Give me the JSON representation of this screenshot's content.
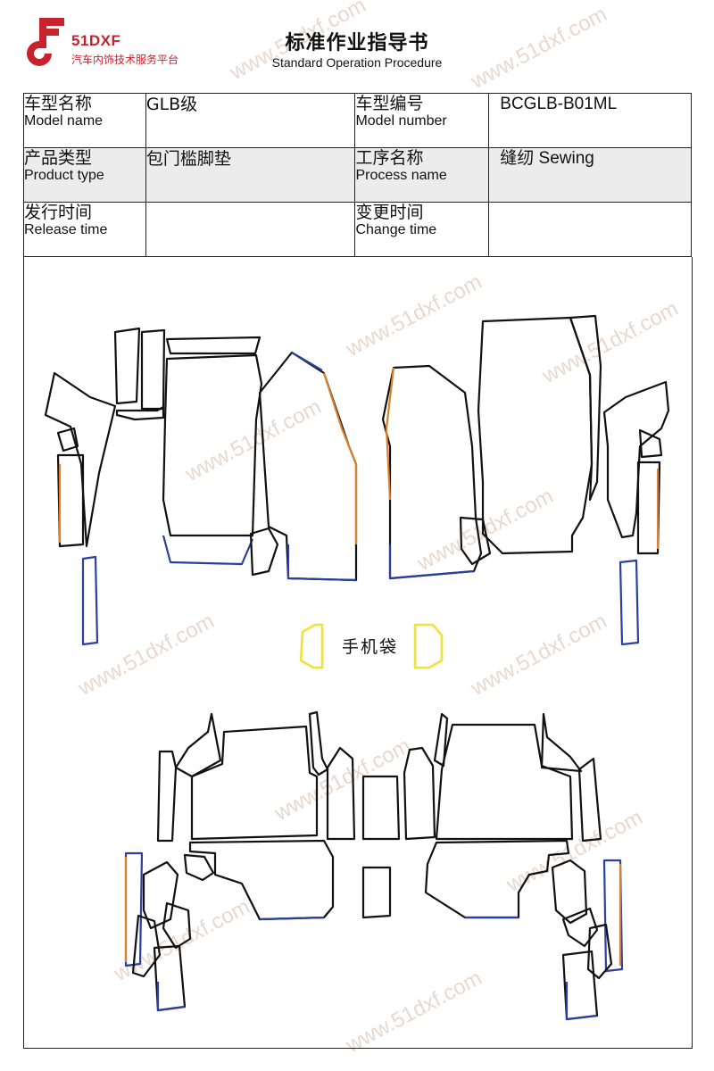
{
  "header": {
    "brand": "51DXF",
    "brand_sub": "汽车内饰技术服务平台",
    "title_cn": "标准作业指导书",
    "title_en": "Standard Operation Procedure"
  },
  "info_table": {
    "model_name": {
      "label_cn": "车型名称",
      "label_en": "Model name",
      "value": "GLB级"
    },
    "model_number": {
      "label_cn": "车型编号",
      "label_en": "Model number",
      "value": "BCGLB-B01ML"
    },
    "product_type": {
      "label_cn": "产品类型",
      "label_en": "Product type",
      "value": "包门槛脚垫"
    },
    "process_name": {
      "label_cn": "工序名称",
      "label_en": "Process name",
      "value": "缝纫 Sewing"
    },
    "release_time": {
      "label_cn": "发行时间",
      "label_en": "Release time",
      "value": ""
    },
    "change_time": {
      "label_cn": "变更时间",
      "label_en": "Change time",
      "value": ""
    }
  },
  "drawing": {
    "pocket_label": "手机袋",
    "colors": {
      "outline": "#111111",
      "edge_blue": "#2a3f9e",
      "edge_orange": "#d9822b",
      "pocket": "#f0e23a"
    }
  },
  "watermark": {
    "text": "www.51dxf.com",
    "text_short": "51dxf.com"
  },
  "colors": {
    "brand_red": "#c8232c",
    "row_shade": "#ececec"
  }
}
